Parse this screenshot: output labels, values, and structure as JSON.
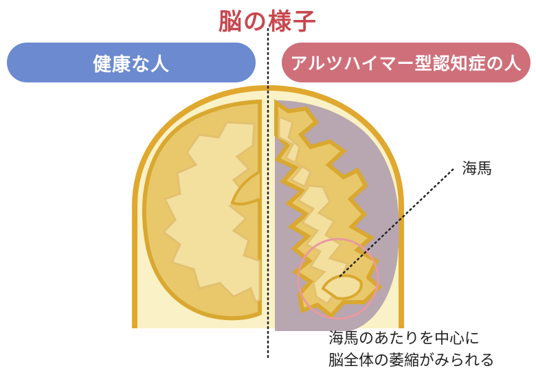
{
  "title": "脳の様子",
  "labels": {
    "healthy": "健康な人",
    "alzheimer": "アルツハイマー型認知症の人"
  },
  "annotation": {
    "hippocampus": "海馬"
  },
  "caption": {
    "line1": "海馬のあたりを中心に",
    "line2": "脳全体の萎縮がみられる"
  },
  "colors": {
    "title": "#c8474e",
    "healthy_pill": "#6b8ad0",
    "alzheimer_pill": "#cf6f7a",
    "skull_outline": "#e0a82e",
    "skull_fill": "#faf1c6",
    "brain_fill": "#e8c86a",
    "white_matter": "#f3df9e",
    "atrophy": "#b8a6b0",
    "hippocampus_circle": "#e89aa0"
  }
}
